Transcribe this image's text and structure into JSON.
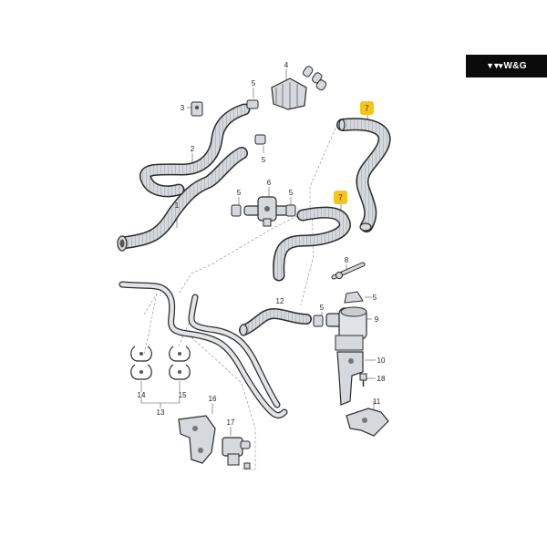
{
  "brand": {
    "mark": "▼▼▾",
    "name": "W&G"
  },
  "callouts": {
    "c1": "1",
    "c2": "2",
    "c3": "3",
    "c4": "4",
    "c5a": "5",
    "c5b": "5",
    "c5c": "5",
    "c5d": "5",
    "c5e": "5",
    "c5f": "5",
    "c6": "6",
    "c7a": "7",
    "c7b": "7",
    "c8": "8",
    "c9": "9",
    "c10": "10",
    "c11": "11",
    "c12": "12",
    "c13": "13",
    "c14": "14",
    "c15": "15",
    "c16": "16",
    "c17": "17",
    "c18": "18"
  },
  "colors": {
    "highlight": "#f5c518",
    "hose_fill": "#d5d8dc",
    "outline": "#2b2b2b"
  }
}
